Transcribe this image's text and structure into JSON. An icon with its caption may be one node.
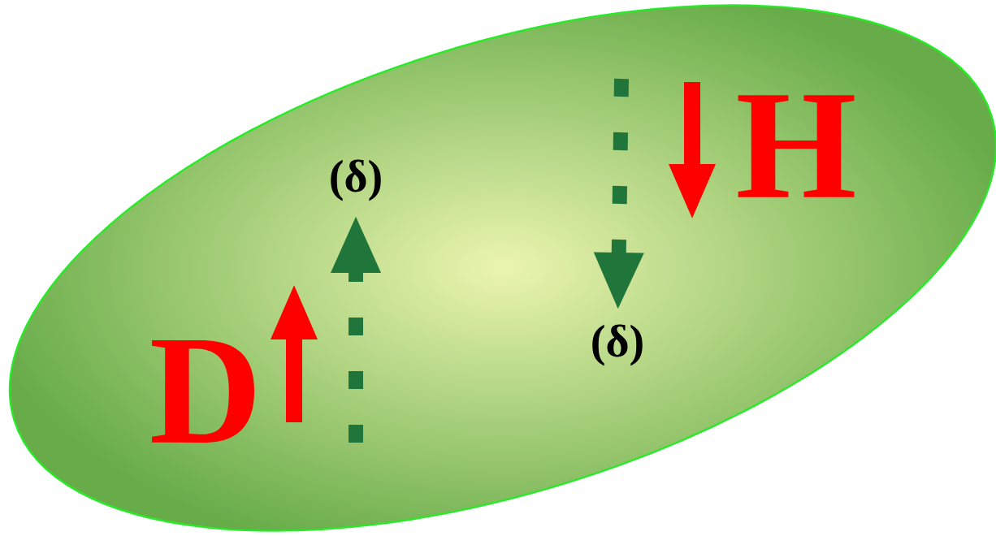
{
  "diagram": {
    "nodes": [
      {
        "text": [],
        "shape": "ellipse"
      },
      {
        "text": [
          "(δ)"
        ],
        "in": 0
      },
      {
        "text": [
          "(δ)"
        ],
        "in": 0
      }
    ],
    "edges": [
      {
        "from": null,
        "to": 1,
        "arrow": "to",
        "style": "dashed"
      },
      {
        "from": null,
        "to": 2,
        "arrow": "to",
        "style": "dashed"
      }
    ],
    "labels": [
      "D",
      "H"
    ]
  }
}
